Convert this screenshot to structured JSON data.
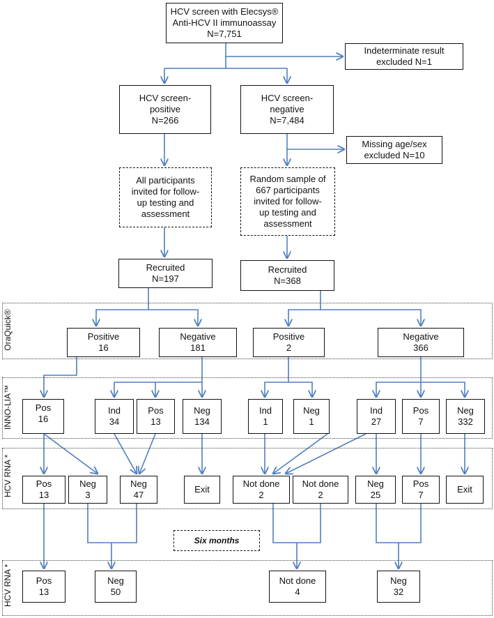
{
  "screen": {
    "lines": [
      "HCV screen with Elecsys®",
      "Anti-HCV II immunoassay",
      "N=7,751"
    ]
  },
  "indeterminate": {
    "lines": [
      "Indeterminate result",
      "excluded N=1"
    ]
  },
  "screen_positive": {
    "lines": [
      "HCV screen-",
      "positive",
      "N=266"
    ]
  },
  "screen_negative": {
    "lines": [
      "HCV screen-",
      "negative",
      "N=7,484"
    ]
  },
  "missing": {
    "lines": [
      "Missing age/sex",
      "excluded N=10"
    ]
  },
  "all_invited": {
    "lines": [
      "All participants",
      "invited for follow-",
      "up testing and",
      "assessment"
    ]
  },
  "random_sample": {
    "lines": [
      "Random sample of",
      "667 participants",
      "invited for follow-",
      "up testing and",
      "assessment"
    ]
  },
  "recruited_left": {
    "lines": [
      "Recruited",
      "N=197"
    ]
  },
  "recruited_right": {
    "lines": [
      "Recruited",
      "N=368"
    ]
  },
  "bands": {
    "oraquick": "OraQuick®",
    "inno": "INNO-LIA™",
    "rna1": "HCV RNA *",
    "rna2": "HCV RNA *"
  },
  "oraquick": {
    "pos_left": {
      "lines": [
        "Positive",
        "16"
      ]
    },
    "neg_left": {
      "lines": [
        "Negative",
        "181"
      ]
    },
    "pos_right": {
      "lines": [
        "Positive",
        "2"
      ]
    },
    "neg_right": {
      "lines": [
        "Negative",
        "366"
      ]
    }
  },
  "inno": {
    "pos16": {
      "lines": [
        "Pos",
        "16"
      ]
    },
    "ind34": {
      "lines": [
        "Ind",
        "34"
      ]
    },
    "pos13": {
      "lines": [
        "Pos",
        "13"
      ]
    },
    "neg134": {
      "lines": [
        "Neg",
        "134"
      ]
    },
    "ind1": {
      "lines": [
        "Ind",
        "1"
      ]
    },
    "neg1": {
      "lines": [
        "Neg",
        "1"
      ]
    },
    "ind27": {
      "lines": [
        "Ind",
        "27"
      ]
    },
    "pos7": {
      "lines": [
        "Pos",
        "7"
      ]
    },
    "neg332": {
      "lines": [
        "Neg",
        "332"
      ]
    }
  },
  "rna": {
    "pos13": {
      "lines": [
        "Pos",
        "13"
      ]
    },
    "neg3": {
      "lines": [
        "Neg",
        "3"
      ]
    },
    "neg47": {
      "lines": [
        "Neg",
        "47"
      ]
    },
    "exit_left": {
      "lines": [
        "Exit"
      ]
    },
    "notdone2a": {
      "lines": [
        "Not done",
        "2"
      ]
    },
    "notdone2b": {
      "lines": [
        "Not done",
        "2"
      ]
    },
    "neg25": {
      "lines": [
        "Neg",
        "25"
      ]
    },
    "pos7": {
      "lines": [
        "Pos",
        "7"
      ]
    },
    "exit_right": {
      "lines": [
        "Exit"
      ]
    }
  },
  "six_months": "Six months",
  "final": {
    "pos13": {
      "lines": [
        "Pos",
        "13"
      ]
    },
    "neg50": {
      "lines": [
        "Neg",
        "50"
      ]
    },
    "notdone4": {
      "lines": [
        "Not done",
        "4"
      ]
    },
    "neg32": {
      "lines": [
        "Neg",
        "32"
      ]
    }
  }
}
